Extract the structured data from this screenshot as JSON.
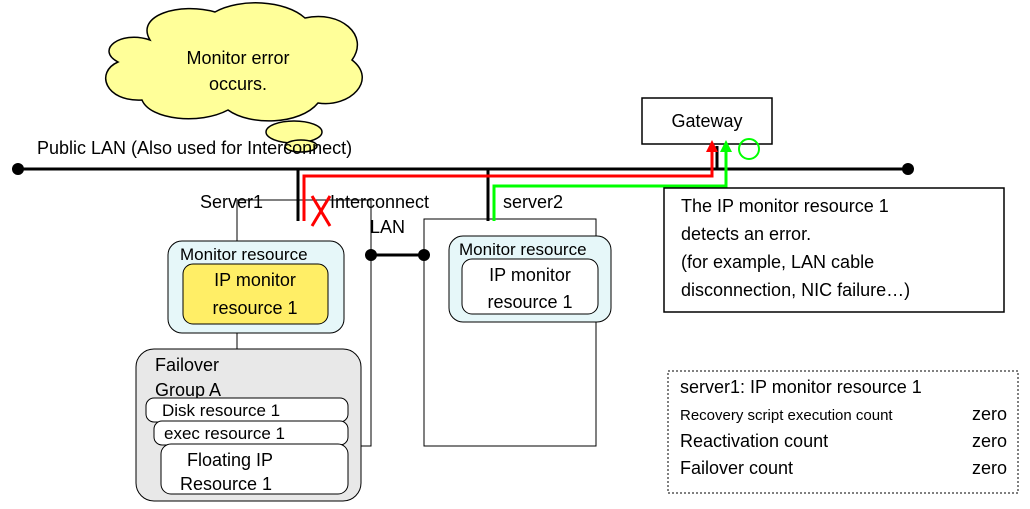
{
  "thought_bubble": {
    "line1": "Monitor error",
    "line2": "occurs."
  },
  "public_lan": {
    "label": "Public LAN (Also used for Interconnect)"
  },
  "gateway": {
    "label": "Gateway"
  },
  "server1": {
    "label": "Server1"
  },
  "server2": {
    "label": "server2"
  },
  "interconnect": {
    "line1": "Interconnect",
    "line2": "LAN"
  },
  "server1_monitor": {
    "title": "Monitor resource",
    "item_line1": "IP monitor",
    "item_line2": "resource 1"
  },
  "server2_monitor": {
    "title": "Monitor resource",
    "item_line1": "IP monitor",
    "item_line2": "resource 1"
  },
  "failover_group": {
    "title_line1": "Failover",
    "title_line2": "Group A",
    "disk": "Disk resource 1",
    "exec": "exec resource 1",
    "fip_line1": "Floating IP",
    "fip_line2": "Resource 1"
  },
  "callout": {
    "lines": [
      "The IP monitor resource 1",
      "detects an error.",
      "(for example, LAN cable",
      "disconnection, NIC failure…)"
    ]
  },
  "status": {
    "title": "server1: IP monitor resource 1",
    "rows": [
      {
        "label": "Recovery script execution count",
        "value": "zero"
      },
      {
        "label": "Reactivation count",
        "value": "zero"
      },
      {
        "label": "Failover count",
        "value": "zero"
      }
    ]
  },
  "colors": {
    "failed_path": "#ff0000",
    "active_path": "#00ff00",
    "bubble_fill": "#ffff99",
    "monitor_fill": "#e6f7f9",
    "ip_monitor_fill": "#ffee66",
    "group_fill": "#e8e8e8"
  }
}
